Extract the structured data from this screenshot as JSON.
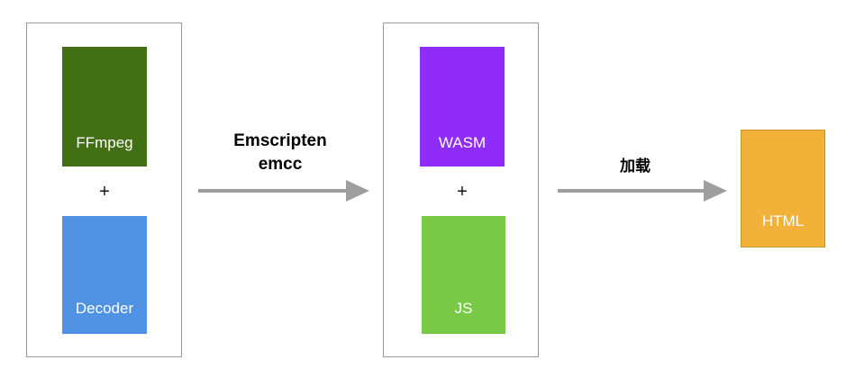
{
  "left_group": {
    "top_block": {
      "label": "FFmpeg",
      "color": "#436f14"
    },
    "plus": "+",
    "bottom_block": {
      "label": "Decoder",
      "color": "#4f91e2"
    }
  },
  "compile_step": {
    "line1": "Emscripten",
    "line2": "emcc"
  },
  "middle_group": {
    "top_block": {
      "label": "WASM",
      "color": "#8f2cf7"
    },
    "plus": "+",
    "bottom_block": {
      "label": "JS",
      "color": "#79c947"
    }
  },
  "load_step": {
    "label": "加载"
  },
  "output_block": {
    "label": "HTML",
    "color": "#f2b23a"
  },
  "colors": {
    "arrow": "#9e9e9e",
    "border": "#9a9a9a"
  }
}
